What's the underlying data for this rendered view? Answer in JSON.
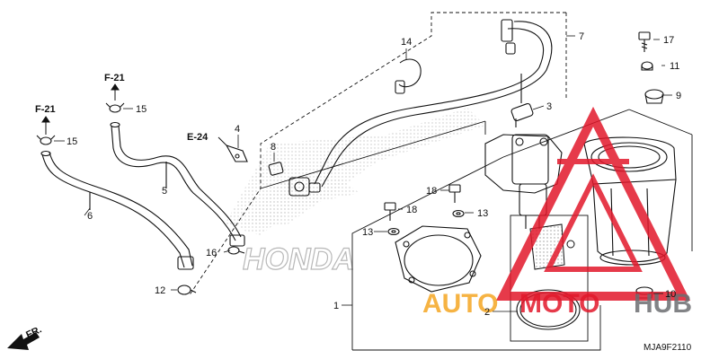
{
  "diagram": {
    "watermark": {
      "auto": "AUTO",
      "moto": "MOTO",
      "hub": "HUB"
    },
    "brand_text": "HONDA",
    "diagram_code": "MJA9F2110",
    "front_marker": "FR.",
    "references": {
      "f21_a": "F-21",
      "f21_b": "F-21",
      "e24": "E-24"
    },
    "callouts": {
      "c1": "1",
      "c2": "2",
      "c3": "3",
      "c4": "4",
      "c5": "5",
      "c6": "6",
      "c7": "7",
      "c8": "8",
      "c9": "9",
      "c10": "10",
      "c11": "11",
      "c12": "12",
      "c13a": "13",
      "c13b": "13",
      "c14": "14",
      "c15a": "15",
      "c15b": "15",
      "c16": "16",
      "c17": "17",
      "c18a": "18",
      "c18b": "18"
    },
    "colors": {
      "line": "#111111",
      "watermark_red": "#e2182b",
      "watermark_orange": "#f5a623",
      "watermark_grey": "#6d6e71"
    }
  }
}
